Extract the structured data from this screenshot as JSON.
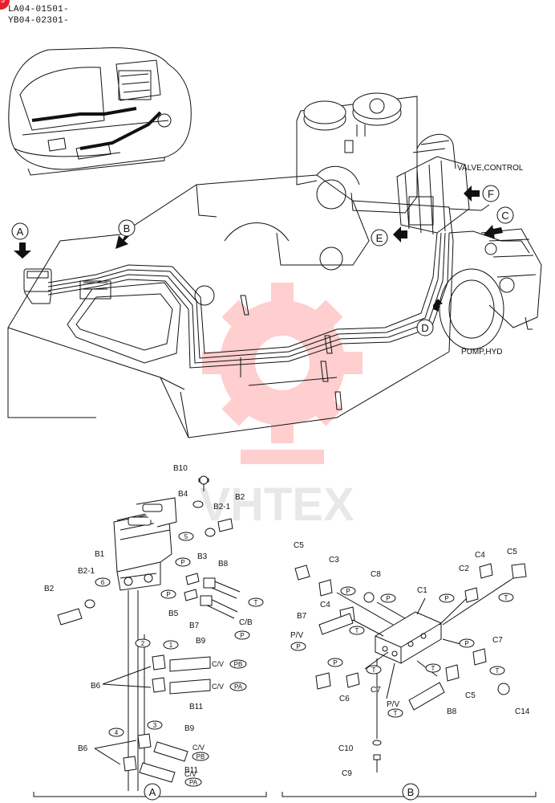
{
  "header": {
    "serial_line_1": "LA04-01501-",
    "serial_line_2": "YB04-02301-",
    "badge_text": "3"
  },
  "overview": {
    "valve_label": "VALVE,CONTROL",
    "pump_label": "PUMP,HYD",
    "callouts": [
      "A",
      "B",
      "C",
      "D",
      "E",
      "F"
    ]
  },
  "watermark": {
    "text": "VHTEX",
    "color": "#ff6a6a"
  },
  "detail_a": {
    "title": "A",
    "parts": {
      "B10": "B10",
      "B4": "B4",
      "B2_1_top": "B2-1",
      "B2_top": "B2",
      "B1": "B1",
      "B3": "B3",
      "B8": "B8",
      "B2_1_left": "B2-1",
      "B2_left": "B2",
      "B5": "B5",
      "B7": "B7",
      "B9_top": "B9",
      "B6_top": "B6",
      "B11_top": "B11",
      "B6_bottom": "B6",
      "B9_bottom": "B9",
      "B11_bottom": "B11"
    },
    "ports": {
      "P_1": "P",
      "P_2": "P",
      "P_3": "P",
      "T_1": "T",
      "CB": "C/B",
      "CV1": "C/V",
      "PB1": "PB",
      "CV2": "C/V",
      "PA1": "PA",
      "CV3": "C/V",
      "PB2": "PB",
      "CV4": "C/V",
      "PA2": "PA"
    },
    "numbers": [
      "5",
      "6",
      "1",
      "2",
      "3",
      "4"
    ]
  },
  "detail_b": {
    "title": "B",
    "parts": {
      "C5_a": "C5",
      "C3": "C3",
      "C8": "C8",
      "C1": "C1",
      "C2": "C2",
      "C4_a": "C4",
      "C5_b": "C5",
      "C4_b": "C4",
      "B7": "B7",
      "C7_a": "C7",
      "C7_b": "C7",
      "C6": "C6",
      "C5_c": "C5",
      "C14": "C14",
      "B8": "B8",
      "C10": "C10",
      "C9": "C9"
    },
    "ports": {
      "P_1": "P",
      "P_2": "P",
      "P_3": "P",
      "P_4": "P",
      "P_5": "P",
      "T_1": "T",
      "T_2": "T",
      "T_3": "T",
      "T_4": "T",
      "T_5": "T",
      "T_6": "T",
      "PV_1": "P/V",
      "PV_1_port": "P",
      "PV_2": "P/V",
      "PV_2_port": "T"
    }
  },
  "colors": {
    "line": "#111111",
    "badge": "#e3222b",
    "watermark": "#ff6a6a"
  }
}
